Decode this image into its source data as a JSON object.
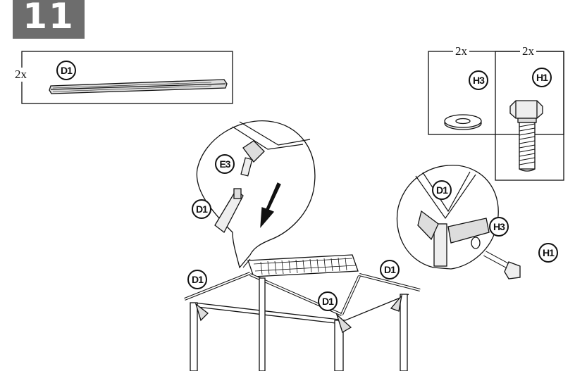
{
  "step": {
    "number": "11"
  },
  "parts_box_left": {
    "quantity": "2x",
    "part_label": "D1"
  },
  "parts_box_right": {
    "washer": {
      "quantity": "2x",
      "part_label": "H3"
    },
    "bolt": {
      "quantity": "2x",
      "part_label": "H1"
    }
  },
  "detail_top": {
    "labels": [
      "E3",
      "D1"
    ]
  },
  "detail_right": {
    "labels": [
      "D1",
      "H3",
      "H1"
    ]
  },
  "frame": {
    "labels": [
      "D1",
      "D1",
      "D1"
    ]
  },
  "colors": {
    "badge": "#6d6d6d",
    "line": "#111111"
  }
}
